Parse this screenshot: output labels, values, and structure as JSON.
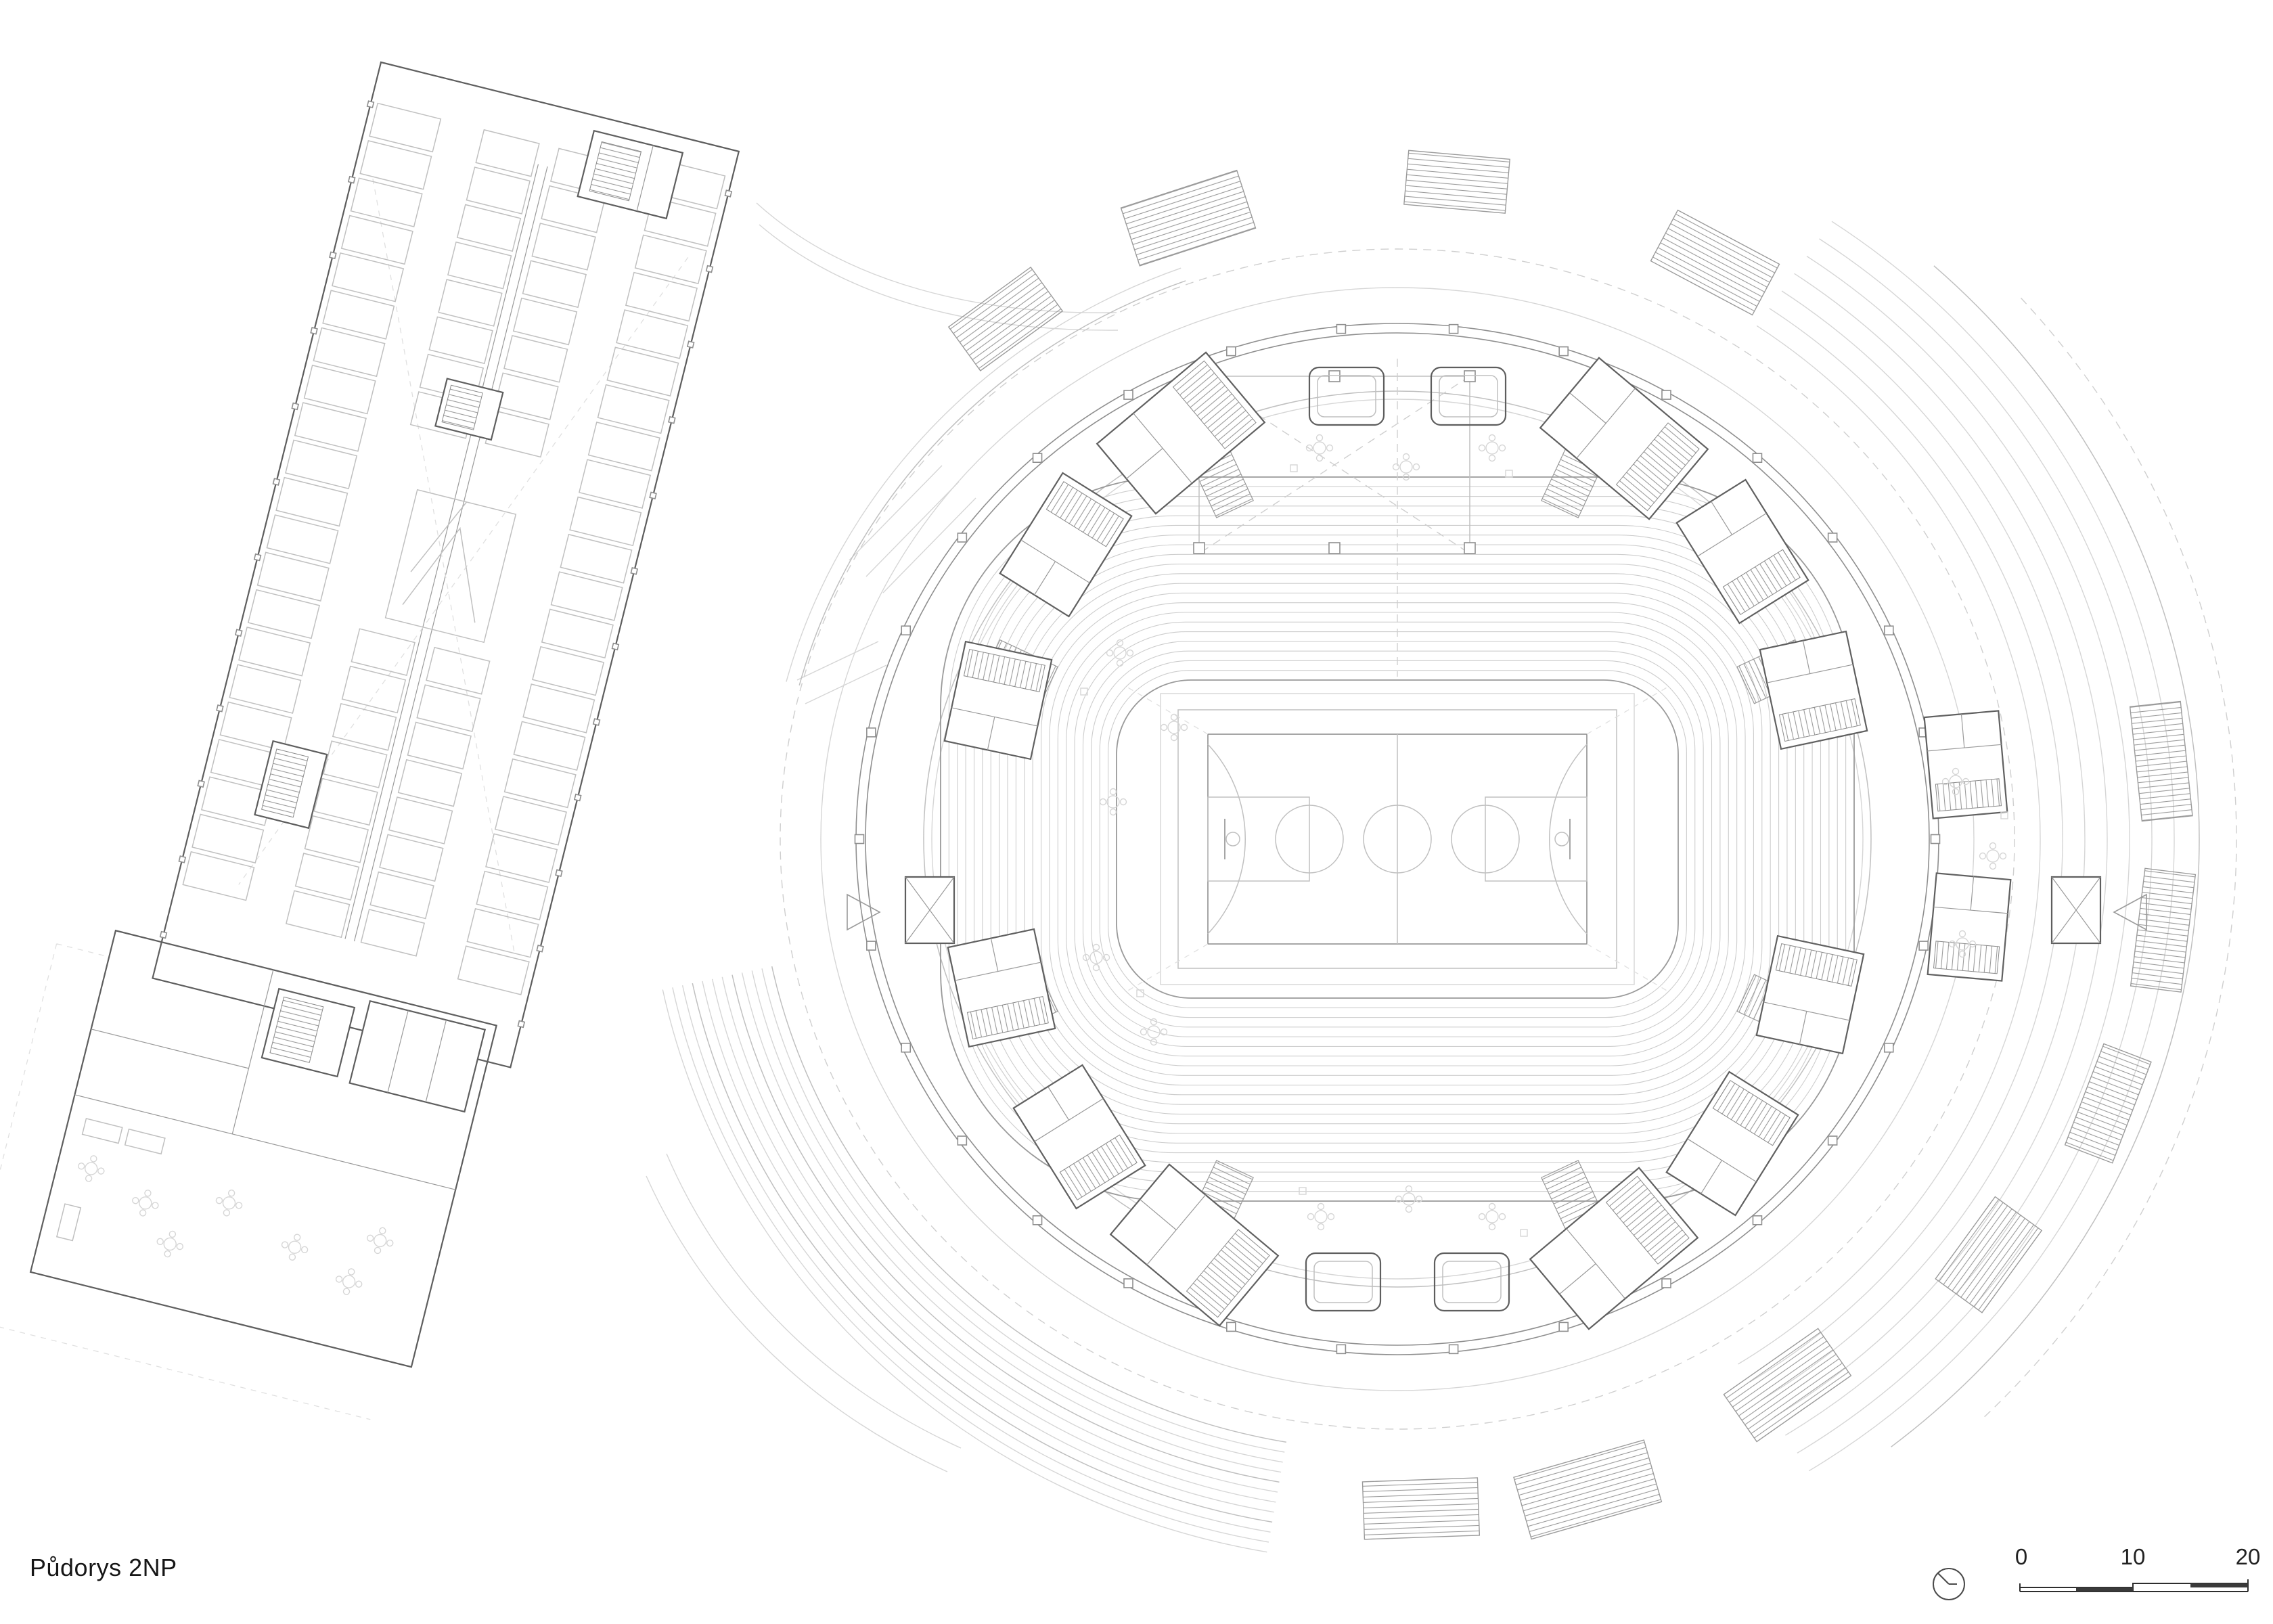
{
  "title": {
    "label": "Půdorys 2NP"
  },
  "scale_bar": {
    "labels": [
      "0",
      "10",
      "20"
    ]
  },
  "colors": {
    "background": "#ffffff",
    "wall_ink": "#5e5e5e",
    "light_line": "#cdcdcd"
  }
}
